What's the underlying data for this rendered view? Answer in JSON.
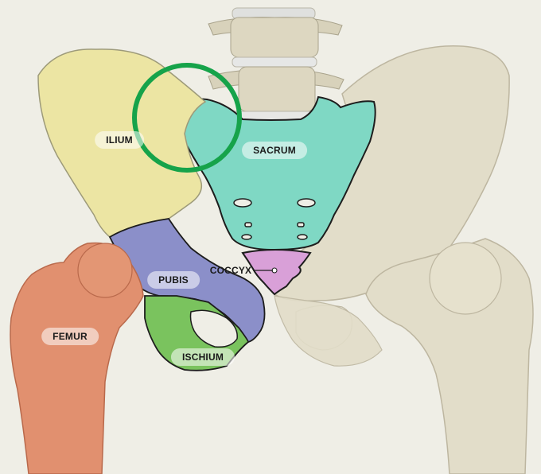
{
  "labels": {
    "ilium": "ILIUM",
    "sacrum": "SACRUM",
    "coccyx": "COCCYX",
    "pubis": "PUBIS",
    "femur": "FEMUR",
    "ischium": "ISCHIUM"
  },
  "colors": {
    "background": "#efeee6",
    "ilium": "#ece5a3",
    "sacrum": "#7fd8c4",
    "coccyx": "#d9a0d8",
    "pubis": "#8b8fc9",
    "ischium": "#7ac35e",
    "femur": "#e1906f",
    "bone": "#e2ddc9",
    "highlight_circle": "#16a34a"
  }
}
